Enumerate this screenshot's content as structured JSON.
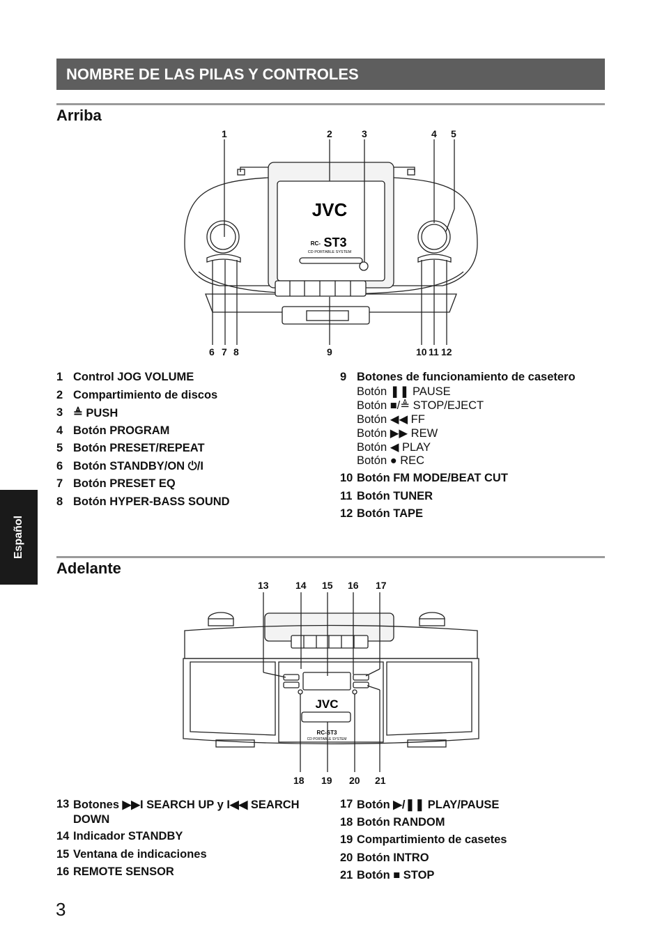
{
  "header": {
    "title": "NOMBRE DE LAS PILAS Y CONTROLES"
  },
  "side_tab": "Español",
  "page_number": "3",
  "top": {
    "heading": "Arriba",
    "callouts": [
      "1",
      "2",
      "3",
      "4",
      "5",
      "6",
      "7",
      "8",
      "9",
      "10",
      "11",
      "12"
    ],
    "device": {
      "brand": "JVC",
      "model_prefix": "RC-",
      "model": "ST3",
      "subtitle": "CD PORTABLE SYSTEM"
    },
    "items_left": [
      {
        "num": "1",
        "label": "Control JOG VOLUME"
      },
      {
        "num": "2",
        "label": "Compartimiento de discos"
      },
      {
        "num": "3",
        "label": "≜ PUSH"
      },
      {
        "num": "4",
        "label": "Botón PROGRAM"
      },
      {
        "num": "5",
        "label": "Botón PRESET/REPEAT"
      },
      {
        "num": "6",
        "label": "Botón STANDBY/ON ⏻/I"
      },
      {
        "num": "7",
        "label": "Botón PRESET EQ"
      },
      {
        "num": "8",
        "label": "Botón HYPER-BASS SOUND"
      }
    ],
    "item9": {
      "num": "9",
      "label": "Botones de funcionamiento de casetero",
      "subitems": [
        "Botón ❚❚ PAUSE",
        "Botón ■/≜ STOP/EJECT",
        "Botón ◀◀ FF",
        "Botón ▶▶ REW",
        "Botón ◀ PLAY",
        "Botón ● REC"
      ]
    },
    "items_right": [
      {
        "num": "10",
        "label": "Botón FM MODE/BEAT CUT"
      },
      {
        "num": "11",
        "label": "Botón TUNER"
      },
      {
        "num": "12",
        "label": "Botón TAPE"
      }
    ]
  },
  "front": {
    "heading": "Adelante",
    "callouts": [
      "13",
      "14",
      "15",
      "16",
      "17",
      "18",
      "19",
      "20",
      "21"
    ],
    "device": {
      "brand": "JVC",
      "model": "RC-ST3",
      "subtitle": "CD PORTABLE SYSTEM"
    },
    "items_left": [
      {
        "num": "13",
        "label": "Botones ▶▶I SEARCH UP y I◀◀ SEARCH DOWN"
      },
      {
        "num": "14",
        "label": "Indicador STANDBY"
      },
      {
        "num": "15",
        "label": "Ventana de indicaciones"
      },
      {
        "num": "16",
        "label": "REMOTE SENSOR"
      }
    ],
    "items_right": [
      {
        "num": "17",
        "label": "Botón ▶/❚❚ PLAY/PAUSE"
      },
      {
        "num": "18",
        "label": "Botón RANDOM"
      },
      {
        "num": "19",
        "label": "Compartimiento de casetes"
      },
      {
        "num": "20",
        "label": "Botón INTRO"
      },
      {
        "num": "21",
        "label": "Botón ■ STOP"
      }
    ]
  }
}
